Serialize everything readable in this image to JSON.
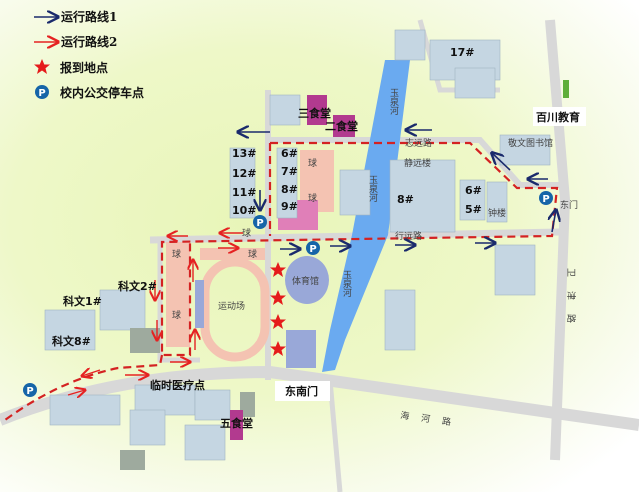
{
  "legend": [
    {
      "icon": "blue-arrow-icon",
      "label": "运行路线1"
    },
    {
      "icon": "red-arrow-icon",
      "label": "运行路线2"
    },
    {
      "icon": "red-star-icon",
      "label": "报到地点"
    },
    {
      "icon": "parking-p-icon",
      "label": "校内公交停车点"
    }
  ],
  "colors": {
    "route1": "#1a2a6c",
    "route2": "#e52222",
    "river": "#6aaaf0",
    "canteen": "#b23a8f",
    "field": "#f4c3b2"
  },
  "buildings": {
    "b17": "17#",
    "baichuan": "百川教育",
    "canteen3": "三食堂",
    "canteen2": "二食堂",
    "canteen5": "五食堂",
    "d13": "13#",
    "d12": "12#",
    "d11": "11#",
    "d10": "10#",
    "d6": "6#",
    "d7": "7#",
    "d8": "8#",
    "d9": "9#",
    "jingyuan": "静远楼",
    "t8": "8#",
    "library": "敬文图书馆",
    "t6": "6#",
    "t5": "5#",
    "clock": "钟楼",
    "east_gate": "东门",
    "southeast_gate": "东南门",
    "gym": "体育馆",
    "stadium": "运动场",
    "kw2": "科文2#",
    "kw1": "科文1#",
    "kw8": "科文8#",
    "clinic": "临时医疗点",
    "ball": "球"
  },
  "roads": {
    "zhiyuan": "志远路",
    "xingyuan": "行远路",
    "haihe": "海河路",
    "weijin": "卫津路",
    "river": "玉泉河"
  }
}
